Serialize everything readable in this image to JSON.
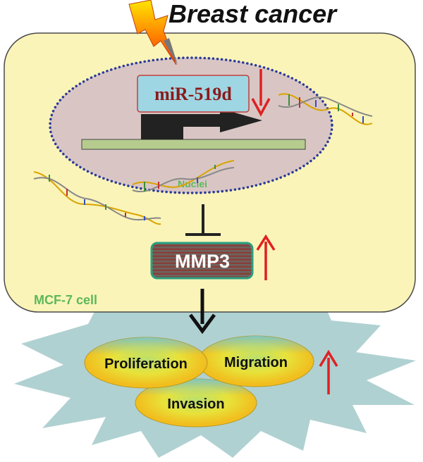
{
  "title": "Breast cancer",
  "cell_label": "MCF-7 cell",
  "nucleus_label": "Nuclei",
  "mirna": {
    "label": "miR-519d",
    "trend": "down",
    "trend_color": "#e02020"
  },
  "target": {
    "label": "MMP3",
    "trend": "up",
    "trend_color": "#e02020"
  },
  "outcomes": {
    "items": [
      "Proliferation",
      "Migration",
      "Invasion"
    ],
    "trend": "up",
    "trend_color": "#e02020"
  },
  "colors": {
    "cell_fill": "#fbf4b8",
    "nucleus_fill": "#d9c6c4",
    "nucleus_border": "#2b3b9a",
    "label_green": "#5cb85c",
    "mirna_box": "#9fd6e3",
    "mirna_text": "#8b1a1a",
    "starburst": "#a7cccd"
  },
  "icons": [
    "lightning-bolt-icon",
    "dna-helix-icon",
    "promoter-arrow-icon",
    "inhibition-icon",
    "down-arrow-icon"
  ]
}
